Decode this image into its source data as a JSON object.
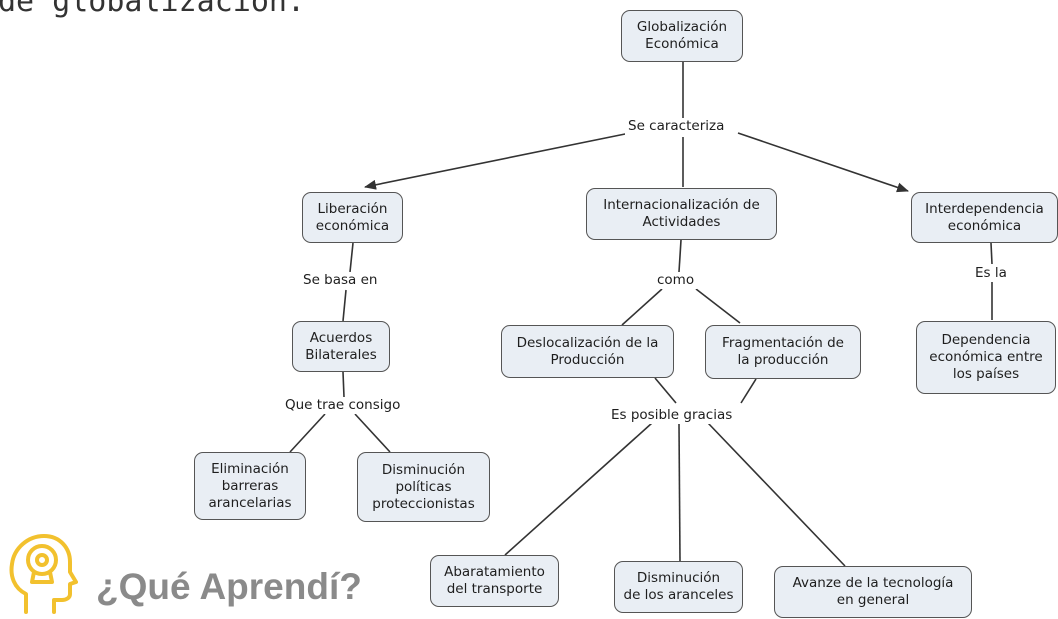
{
  "top_text": "de globalización.",
  "nodes": {
    "root": "Globalización\nEconómica",
    "liberacion": "Liberación\neconómica",
    "internacional": "Internacionalización de\nActividades",
    "interdependencia": "Interdependencia\neconómica",
    "acuerdos": "Acuerdos\nBilaterales",
    "deslocalizacion": "Deslocalización de la\nProducción",
    "fragmentacion": "Fragmentación de\nla producción",
    "dependencia": "Dependencia\neconómica entre\nlos países",
    "eliminacion": "Eliminación\nbarreras\narancelarias",
    "disminucion_politicas": "Disminución\npolíticas\nproteccionistas",
    "abaratamiento": "Abaratamiento\ndel transporte",
    "disminucion_aranceles": "Disminución\nde los aranceles",
    "avance": "Avanze de la tecnología\nen general"
  },
  "links": {
    "se_caracteriza": "Se caracteriza",
    "se_basa_en": "Se basa en",
    "como": "como",
    "es_la": "Es la",
    "que_trae_consigo": "Que trae consigo",
    "es_posible_gracias": "Es posible gracias"
  },
  "footer": {
    "title": "¿Qué Aprendí?"
  },
  "colors": {
    "node_fill": "#e9eef4",
    "node_border": "#555555",
    "icon": "#f2c12e",
    "footer_text": "#8a8a8a"
  }
}
